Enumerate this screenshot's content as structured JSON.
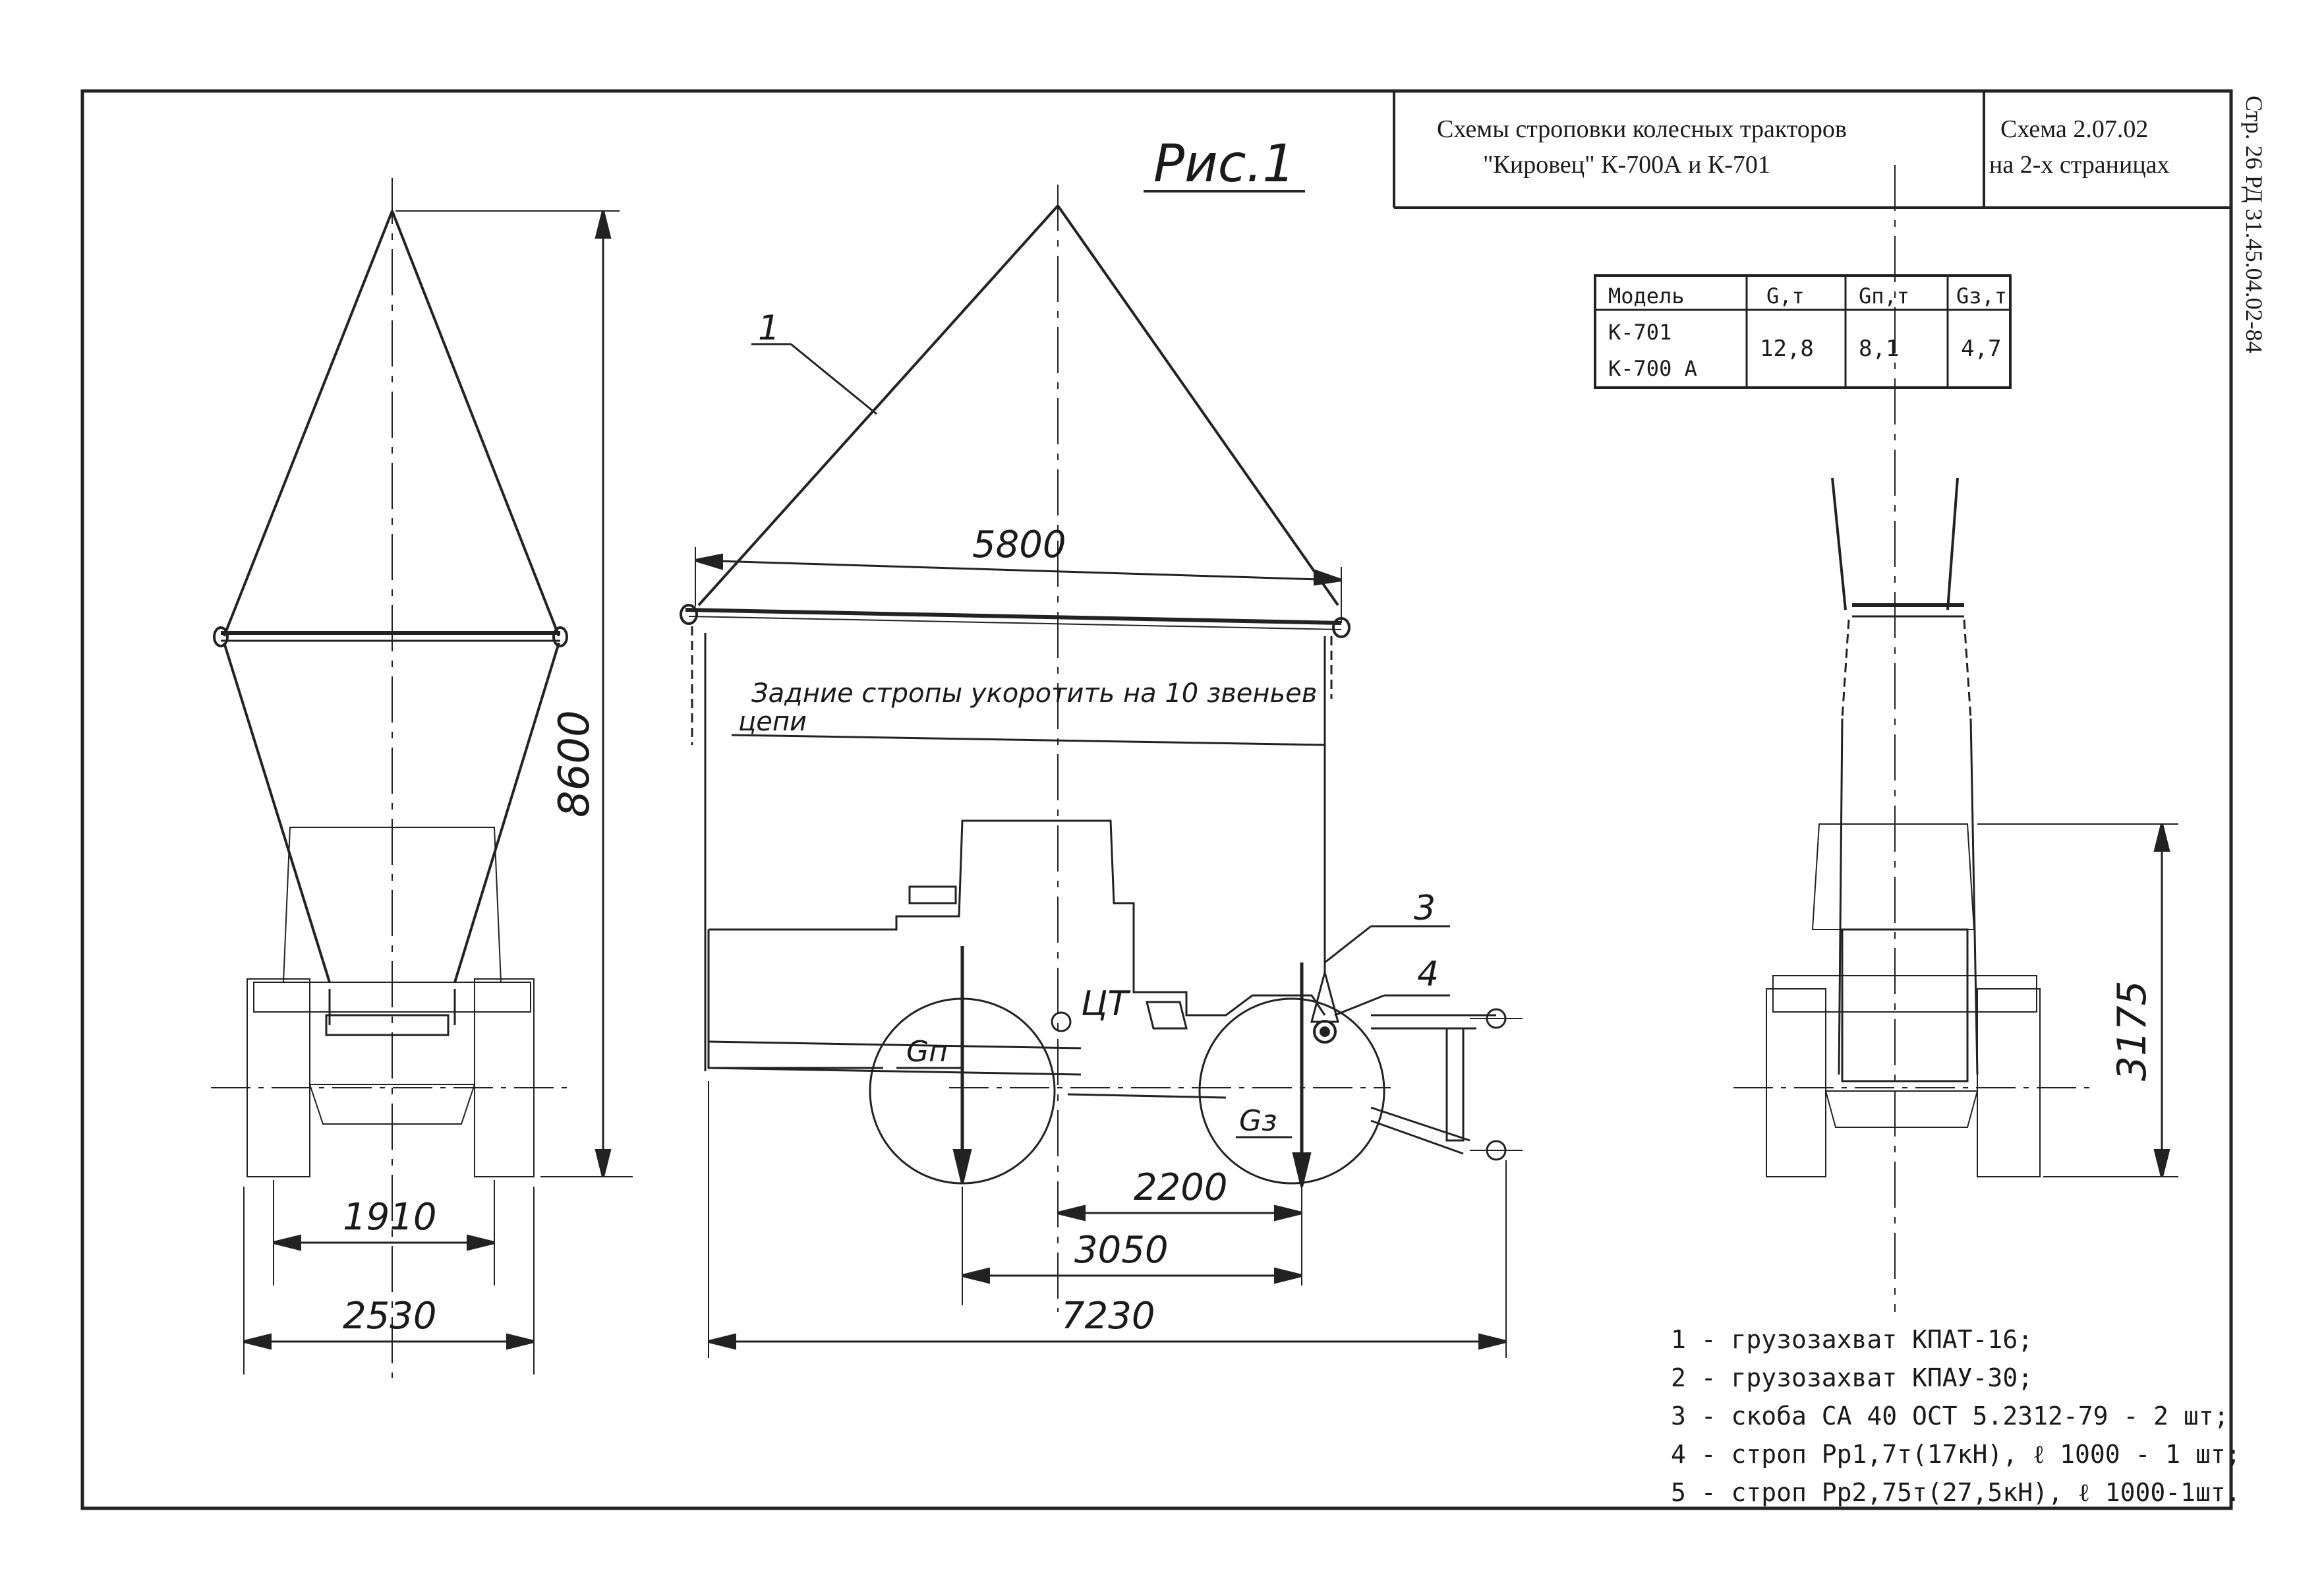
{
  "title_block": {
    "title_line1": "Схемы строповки колесных тракторов",
    "title_line2": "\"Кировец\" К-700А и К-701",
    "scheme_line1": "Схема  2.07.02",
    "scheme_line2": "на 2-х страницах"
  },
  "side_stamp": "Стр. 26  РД 31.45.04.02-84",
  "figure_label": "Рис.1",
  "table": {
    "headers": [
      "Модель",
      "G,т",
      "Gп,т",
      "Gз,т"
    ],
    "models": [
      "К-701",
      "К-700 А"
    ],
    "g": "12,8",
    "gp": "8,1",
    "gz": "4,7"
  },
  "dimensions": {
    "d8600": "8600",
    "d1910": "1910",
    "d2530": "2530",
    "d5800": "5800",
    "d2200": "2200",
    "d3050": "3050",
    "d7230": "7230",
    "d3175": "3175"
  },
  "callouts": {
    "c1": "1",
    "c3": "3",
    "c4": "4",
    "ct": "ЦТ",
    "gp": "Gп",
    "gz": "Gз"
  },
  "note": {
    "line1": "Задние стропы укоротить на 10 звеньев",
    "line2": "цепи"
  },
  "legend": [
    "1 - грузозахват КПАТ-16;",
    "2 - грузозахват КПАУ-30;",
    "3 - скоба СА 40 ОСТ 5.2312-79 - 2 шт;",
    "4 - строп Рр1,7т(17кН), ℓ 1000 - 1 шт;",
    "5 - строп Рр2,75т(27,5кН), ℓ 1000-1шт."
  ]
}
